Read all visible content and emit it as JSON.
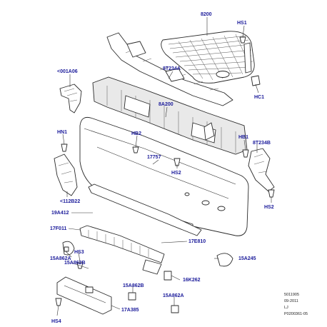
{
  "callouts": {
    "c8200": "8200",
    "hs1_top": "HS1",
    "c001a06": "<001A06",
    "c8t234a": "8T234A",
    "hc1": "HC1",
    "c8a200": "8A200",
    "hn1": "HN1",
    "hb2": "HB2",
    "hb1": "HB1",
    "c8t234b": "8T234B",
    "c17757": "17757",
    "hs2_mid": "HS2",
    "c112b22": "<112B22",
    "hs2_right": "HS2",
    "c19a412": "19A412",
    "c17f011": "17F011",
    "c17e810": "17E810",
    "c15a862a_left": "15A862A",
    "hs3": "HS3",
    "c15a245": "15A245",
    "c15a862b_left": "15A862B",
    "c16k262": "16K262",
    "c15a862b_bottom": "15A862B",
    "c15a862a_bottom": "15A862A",
    "c17a385": "17A385",
    "hs4": "HS4"
  },
  "meta": {
    "ref": "5011905",
    "date": "09-2011",
    "code": "LJ",
    "drawing_id": "P0200361-05"
  }
}
